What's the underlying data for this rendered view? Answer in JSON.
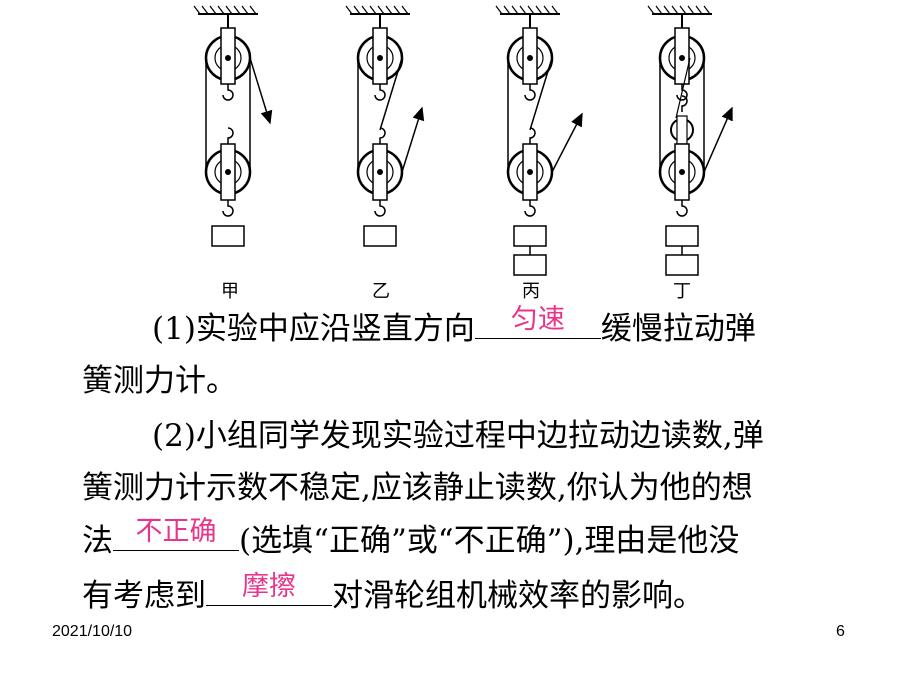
{
  "figure": {
    "labels": [
      "甲",
      "乙",
      "丙",
      "丁"
    ]
  },
  "q1": {
    "prefix": "(1)实验中应沿竖直方向",
    "answer": "匀速",
    "suffix": "缓慢拉动弹",
    "line2": "簧测力计。"
  },
  "q2": {
    "line1": "(2)小组同学发现实验过程中边拉动边读数,弹",
    "line2": "簧测力计示数不稳定,应该静止读数,你认为他的想",
    "line3_prefix": "法",
    "answer1": "不正确",
    "line3_suffix": "(选填“正确”或“不正确”),理由是他没",
    "line4_prefix": "有考虑到",
    "answer2": "摩擦",
    "line4_suffix": "对滑轮组机械效率的影响。"
  },
  "footer": {
    "date": "2021/10/10",
    "page": "6"
  },
  "colors": {
    "answer": "#e8358a",
    "text": "#000000"
  }
}
